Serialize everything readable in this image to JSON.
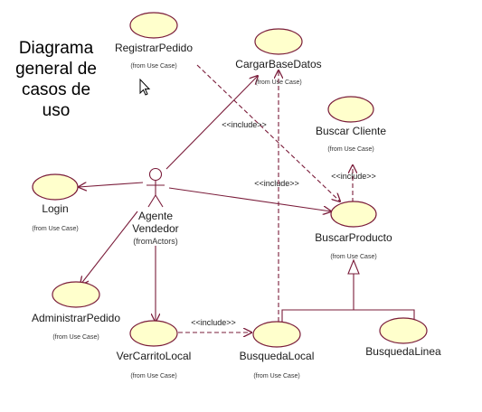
{
  "title_lines": [
    "Diagrama",
    "general de",
    "casos de",
    "uso"
  ],
  "from_use_case": "(from Use Case)",
  "actor": {
    "name_line1": "Agente",
    "name_line2": "Vendedor",
    "from": "(fromActors)"
  },
  "use_cases": {
    "registrar_pedido": "RegistrarPedido",
    "cargar_base_datos": "CargarBaseDatos",
    "buscar_cliente": "Buscar Cliente",
    "login": "Login",
    "buscar_producto": "BuscarProducto",
    "administrar_pedido": "AdministrarPedido",
    "ver_carrito_local": "VerCarritoLocal",
    "busqueda_local": "BusquedaLocal",
    "busqueda_linea": "BusquedaLinea"
  },
  "include_label": "<<include>>",
  "colors": {
    "line": "#7a1c3a",
    "use_case_fill": "#ffffcc",
    "background": "#ffffff"
  },
  "icons": [
    "mouse-cursor-icon"
  ]
}
